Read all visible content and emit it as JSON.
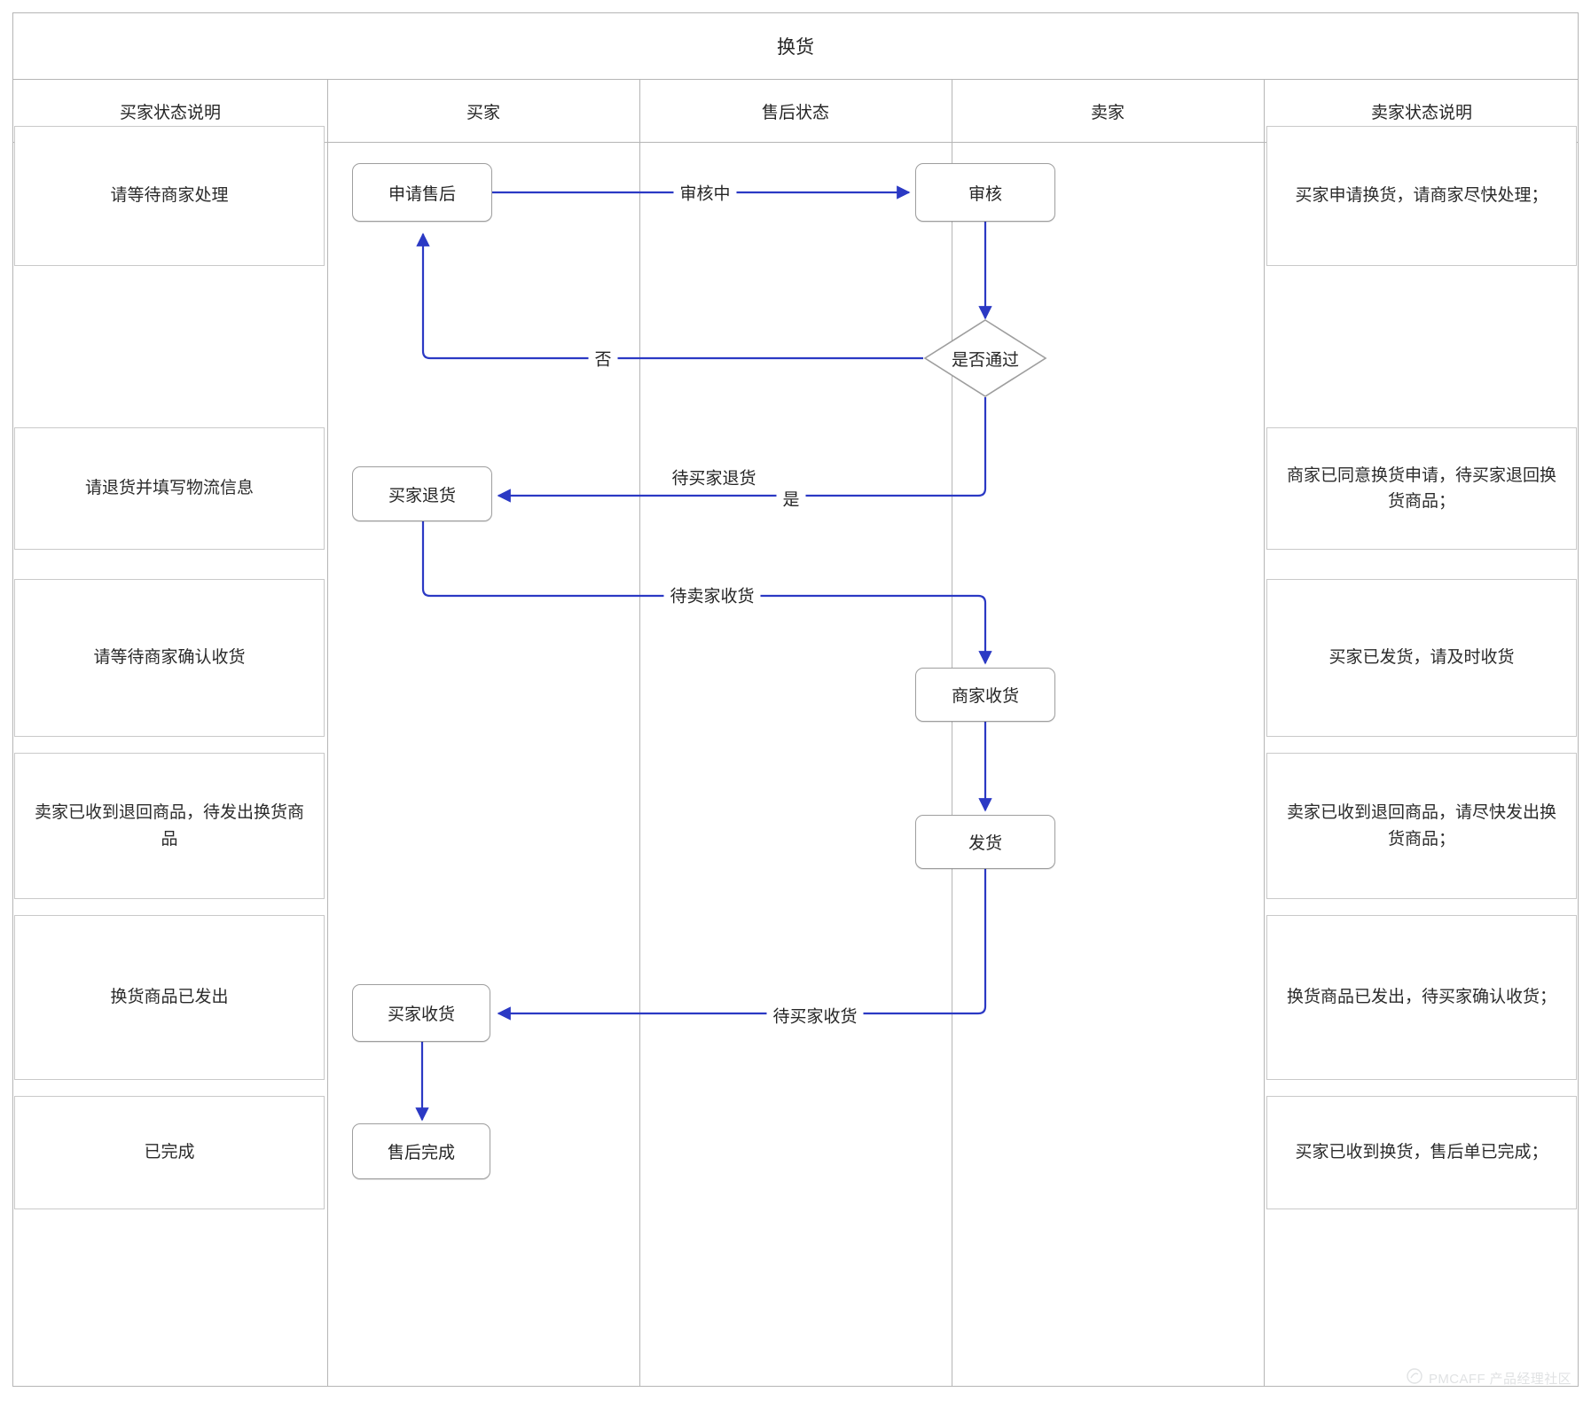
{
  "diagram": {
    "title": "换货",
    "columns": [
      {
        "label": "买家状态说明"
      },
      {
        "label": "买家"
      },
      {
        "label": "售后状态"
      },
      {
        "label": "卖家"
      },
      {
        "label": "卖家状态说明"
      }
    ],
    "buyer_status_notes": [
      "请等待商家处理",
      "请退货并填写物流信息",
      "请等待商家确认收货",
      "卖家已收到退回商品，待发出换货商品",
      "换货商品已发出",
      "已完成"
    ],
    "seller_status_notes": [
      "买家申请换货，请商家尽快处理；",
      "商家已同意换货申请，待买家退回换货商品；",
      "买家已发货，请及时收货",
      "卖家已收到退回商品，请尽快发出换货商品；",
      "换货商品已发出，待买家确认收货；",
      "买家已收到换货，售后单已完成；"
    ],
    "nodes": [
      {
        "id": "apply",
        "label": "申请售后",
        "shape": "rounded-rect",
        "lane": "买家"
      },
      {
        "id": "review",
        "label": "审核",
        "shape": "rounded-rect",
        "lane": "卖家"
      },
      {
        "id": "pass",
        "label": "是否通过",
        "shape": "diamond",
        "lane": "卖家"
      },
      {
        "id": "buyer-return",
        "label": "买家退货",
        "shape": "rounded-rect",
        "lane": "买家"
      },
      {
        "id": "seller-recv",
        "label": "商家收货",
        "shape": "rounded-rect",
        "lane": "卖家"
      },
      {
        "id": "ship",
        "label": "发货",
        "shape": "rounded-rect",
        "lane": "卖家"
      },
      {
        "id": "buyer-recv",
        "label": "买家收货",
        "shape": "rounded-rect",
        "lane": "买家"
      },
      {
        "id": "done",
        "label": "售后完成",
        "shape": "rounded-rect",
        "lane": "买家"
      }
    ],
    "edges": [
      {
        "from": "apply",
        "to": "review",
        "label": "审核中"
      },
      {
        "from": "review",
        "to": "pass",
        "label": ""
      },
      {
        "from": "pass",
        "to": "apply",
        "label": "否"
      },
      {
        "from": "pass",
        "to": "buyer-return",
        "label": "是"
      },
      {
        "from": "pass",
        "to": "buyer-return",
        "label": "待买家退货"
      },
      {
        "from": "buyer-return",
        "to": "seller-recv",
        "label": "待卖家收货"
      },
      {
        "from": "seller-recv",
        "to": "ship",
        "label": ""
      },
      {
        "from": "ship",
        "to": "buyer-recv",
        "label": "待买家收货"
      },
      {
        "from": "buyer-recv",
        "to": "done",
        "label": ""
      }
    ],
    "colors": {
      "edge": "#2b39c4",
      "node_border": "#9e9e9e",
      "grid": "#b5b5b5",
      "cell_border": "#c9c9c9",
      "text": "#262626"
    }
  },
  "watermark": {
    "text": "PMCAFF 产品经理社区"
  }
}
